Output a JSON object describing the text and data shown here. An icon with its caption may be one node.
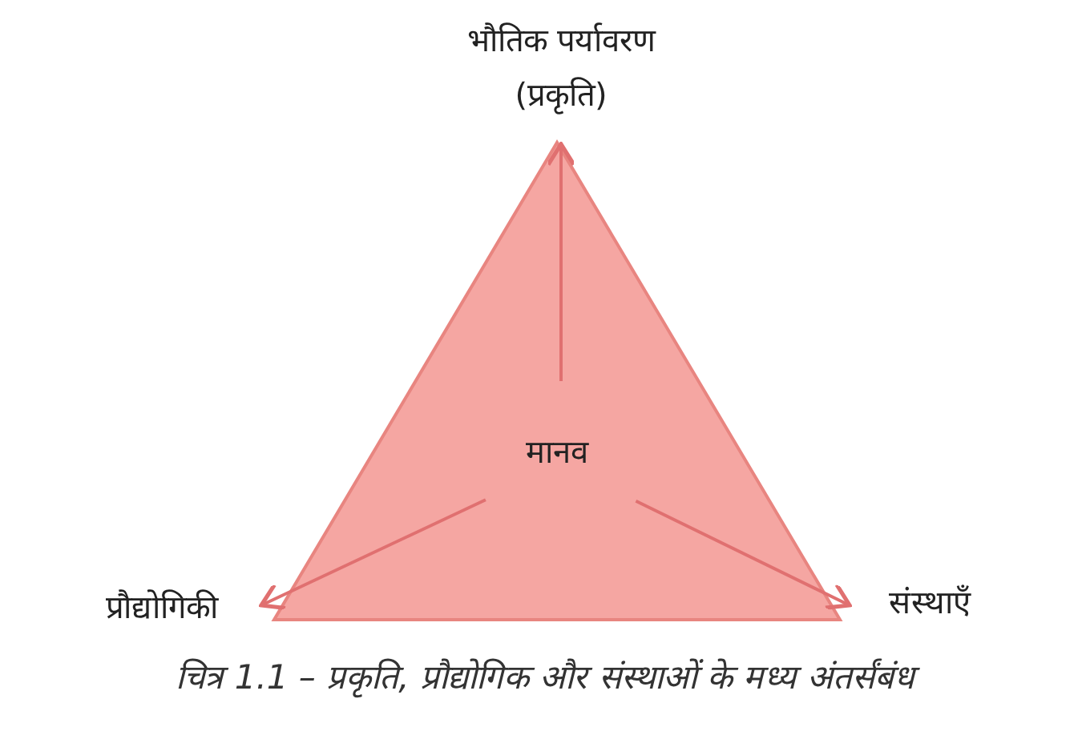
{
  "diagram": {
    "caption": "चित्र 1.1 – प्रकृति, प्रौद्योगिक और संस्थाओं के मध्य अंतर्संबंध",
    "nodes": [
      {
        "text": [
          "भौतिक पर्यावरण (प्रकृति)"
        ]
      },
      {
        "text": [
          "मानव"
        ]
      },
      {
        "text": [
          "प्रौद्योगिकी"
        ]
      },
      {
        "text": [
          "संस्थाएँ"
        ]
      }
    ],
    "edges": [
      {
        "from": 1,
        "to": 0,
        "arrow": "to"
      },
      {
        "from": 1,
        "to": 2,
        "arrow": "to"
      },
      {
        "from": 1,
        "to": 3,
        "arrow": "to"
      }
    ]
  }
}
